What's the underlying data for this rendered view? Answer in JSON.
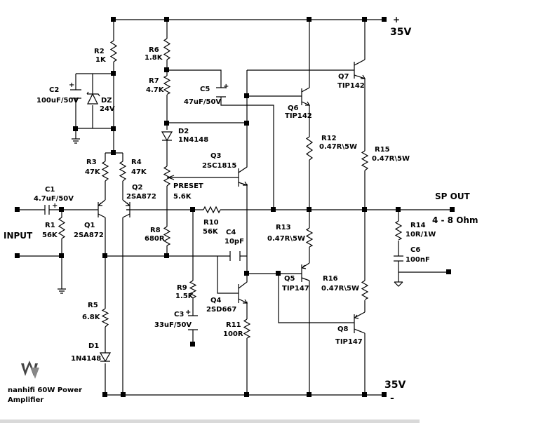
{
  "supply": {
    "pos_label": "35V",
    "pos_sign": "+",
    "neg_label": "35V",
    "neg_sign": "-"
  },
  "io": {
    "input": "INPUT",
    "output": "SP OUT",
    "load": "4 - 8 Ohm"
  },
  "brand": {
    "line1": "nanhifi 60W Power",
    "line2": "Amplifier"
  },
  "parts": {
    "R2": {
      "ref": "R2",
      "val": "1K"
    },
    "C2": {
      "ref": "C2",
      "val": "100uF/50V"
    },
    "DZ": {
      "ref": "DZ",
      "val": "24V"
    },
    "R6": {
      "ref": "R6",
      "val": "1.8K"
    },
    "R7": {
      "ref": "R7",
      "val": "4.7K"
    },
    "C5": {
      "ref": "C5",
      "val": "47uF/50V"
    },
    "D2": {
      "ref": "D2",
      "val": "1N4148"
    },
    "Q7": {
      "ref": "Q7",
      "val": "TIP142"
    },
    "Q6": {
      "ref": "Q6",
      "val": "TIP142"
    },
    "R12": {
      "ref": "R12",
      "val": "0.47R\\5W"
    },
    "R15": {
      "ref": "R15",
      "val": "0.47R\\5W"
    },
    "R3": {
      "ref": "R3",
      "val": "47K"
    },
    "R4": {
      "ref": "R4",
      "val": "47K"
    },
    "Q3": {
      "ref": "Q3",
      "val": "2SC1815"
    },
    "PRESET": {
      "ref": "PRESET",
      "val": "5.6K"
    },
    "Q2": {
      "ref": "Q2",
      "val": "2SA872"
    },
    "C1": {
      "ref": "C1",
      "val": "4.7uF/50V"
    },
    "R1": {
      "ref": "R1",
      "val": "56K"
    },
    "Q1": {
      "ref": "Q1",
      "val": "2SA872"
    },
    "R8": {
      "ref": "R8",
      "val": "680R"
    },
    "R10": {
      "ref": "R10",
      "val": "56K"
    },
    "C4": {
      "ref": "C4",
      "val": "10pF"
    },
    "R13": {
      "ref": "R13",
      "val": "0.47R\\5W"
    },
    "R14": {
      "ref": "R14",
      "val": "10R/1W"
    },
    "C6": {
      "ref": "C6",
      "val": "100nF"
    },
    "Q5": {
      "ref": "Q5",
      "val": "TIP147"
    },
    "R16": {
      "ref": "R16",
      "val": "0.47R\\5W"
    },
    "R9": {
      "ref": "R9",
      "val": "1.5K"
    },
    "C3": {
      "ref": "C3",
      "val": "33uF/50V"
    },
    "Q4": {
      "ref": "Q4",
      "val": "2SD667"
    },
    "R5": {
      "ref": "R5",
      "val": "6.8K"
    },
    "R11": {
      "ref": "R11",
      "val": "100R"
    },
    "Q8": {
      "ref": "Q8",
      "val": "TIP147"
    },
    "D1": {
      "ref": "D1",
      "val": "1N4148"
    }
  }
}
